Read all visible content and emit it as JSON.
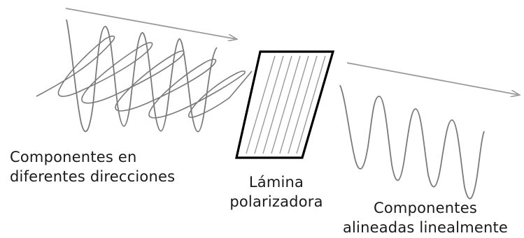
{
  "labels": {
    "unpolarized": {
      "line1": "Componentes en",
      "line2": "diferentes direcciones"
    },
    "polarizer": {
      "line1": "Lámina",
      "line2": "polarizadora"
    },
    "polarized": {
      "line1": "Componentes",
      "line2": "alineadas linealmente"
    }
  },
  "colors": {
    "wave_stroke": "#7a7a7a",
    "arrow_stroke": "#9a9a9a",
    "plate_border": "#000000",
    "plate_lines": "#9a9a9a",
    "text": "#1a1a1a"
  }
}
